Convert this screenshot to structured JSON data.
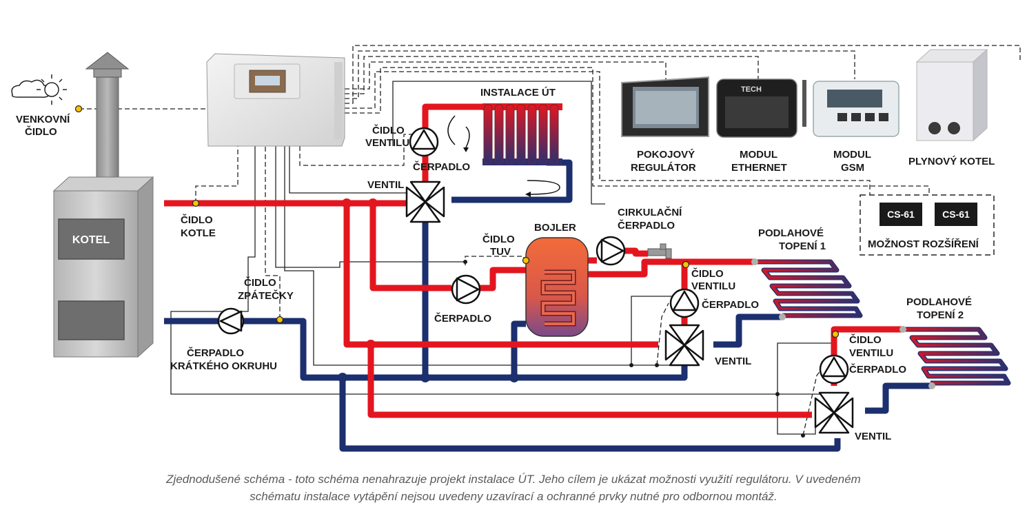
{
  "labels": {
    "outdoor_sensor": [
      "VENKOVNÍ",
      "ČIDLO"
    ],
    "boiler": "KOTEL",
    "boiler_sensor": [
      "ČIDLO",
      "KOTLE"
    ],
    "return_sensor": [
      "ČIDLO",
      "ZPÁTEČKY"
    ],
    "short_circuit_pump": [
      "ČERPADLO",
      "KRÁTKÉHO OKRUHU"
    ],
    "heating_installation": "INSTALACE ÚT",
    "radiator_valve_sensor": [
      "ČIDLO",
      "VENTILU"
    ],
    "radiator_pump": "ČERPADLO",
    "radiator_valve": "VENTIL",
    "dhw_sensor": [
      "ČIDLO",
      "TUV"
    ],
    "tank": "BOJLER",
    "tank_pump": "ČERPADLO",
    "circulation_pump": [
      "CIRKULAČNÍ",
      "ČERPADLO"
    ],
    "floor_heating_1": [
      "PODLAHOVÉ",
      "TOPENÍ 1"
    ],
    "floor1_valve_sensor": [
      "ČIDLO",
      "VENTILU"
    ],
    "floor1_pump": "ČERPADLO",
    "floor1_valve": "VENTIL",
    "floor_heating_2": [
      "PODLAHOVÉ",
      "TOPENÍ 2"
    ],
    "floor2_valve_sensor": [
      "ČIDLO",
      "VENTILU"
    ],
    "floor2_pump": "ČERPADLO",
    "floor2_valve": "VENTIL",
    "room_regulator": [
      "POKOJOVÝ",
      "REGULÁTOR"
    ],
    "ethernet_module": [
      "MODUL",
      "ETHERNET"
    ],
    "gsm_module": [
      "MODUL",
      "GSM"
    ],
    "gas_boiler": "PLYNOVÝ KOTEL",
    "ethernet_brand": "TECH",
    "expansion_modules": [
      "CS-61",
      "CS-61"
    ],
    "expansion_caption": "MOŽNOST ROZŠÍŘENÍ"
  },
  "caption": [
    "Zjednodušené schéma - toto schéma nenahrazuje projekt instalace ÚT. Jeho cílem je ukázat možnosti využití regulátoru. V uvedeném",
    "schématu instalace vytápění nejsou uvedeny uzavírací a ochranné prvky nutné pro odbornou montáž."
  ],
  "colors": {
    "hot_pipe": "#e3161f",
    "cold_pipe": "#1c2f6e",
    "sensor": "#f6c400",
    "module_box": "#1a1a1a"
  }
}
